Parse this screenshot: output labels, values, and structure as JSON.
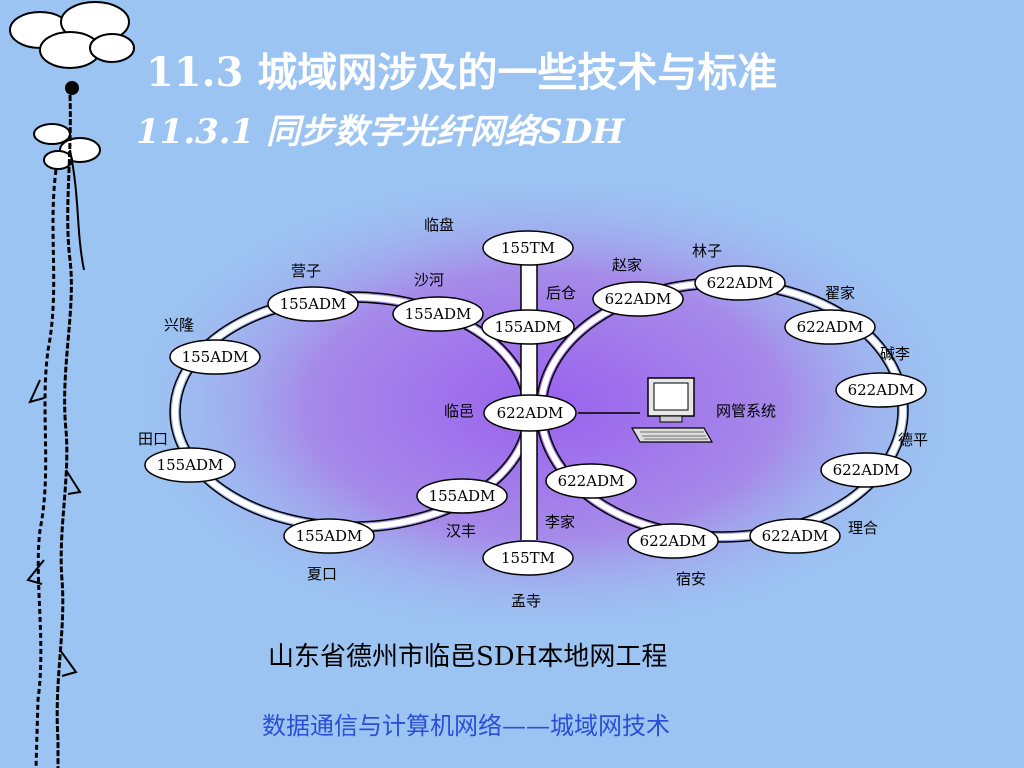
{
  "slide": {
    "title": "11.3  城域网涉及的一些技术与标准",
    "subtitle": "11.3.1  同步数字光纤网络SDH",
    "caption": "山东省德州市临邑SDH本地网工程",
    "footer": "数据通信与计算机网络——城域网技术"
  },
  "diagram": {
    "nodes": {
      "linpan_tm": "155TM",
      "houcang_adm": "155ADM",
      "linyi_adm": "622ADM",
      "mengsi_tm": "155TM",
      "yingzi_adm": "155ADM",
      "shahe_adm": "155ADM",
      "xinglong_adm": "155ADM",
      "tiankou_adm": "155ADM",
      "xiakou_adm": "155ADM",
      "hanfeng_adm": "155ADM",
      "zhaojia_adm": "622ADM",
      "linzi_adm": "622ADM",
      "dijia_adm": "622ADM",
      "jianli_adm": "622ADM",
      "deping_adm": "622ADM",
      "lihe_adm": "622ADM",
      "suan_adm": "622ADM",
      "lijia_adm": "622ADM"
    },
    "labels": {
      "linpan": "临盘",
      "houcang": "后仓",
      "linyi": "临邑",
      "mengsi": "孟寺",
      "yingzi": "营子",
      "shahe": "沙河",
      "xinglong": "兴隆",
      "tiankou": "田口",
      "xiakou": "夏口",
      "hanfeng": "汉丰",
      "zhaojia": "赵家",
      "linzi": "林子",
      "dijia": "翟家",
      "jianli": "碱李",
      "deping": "德平",
      "lihe": "理合",
      "suan": "宿安",
      "lijia": "李家",
      "nms": "网管系统"
    }
  }
}
